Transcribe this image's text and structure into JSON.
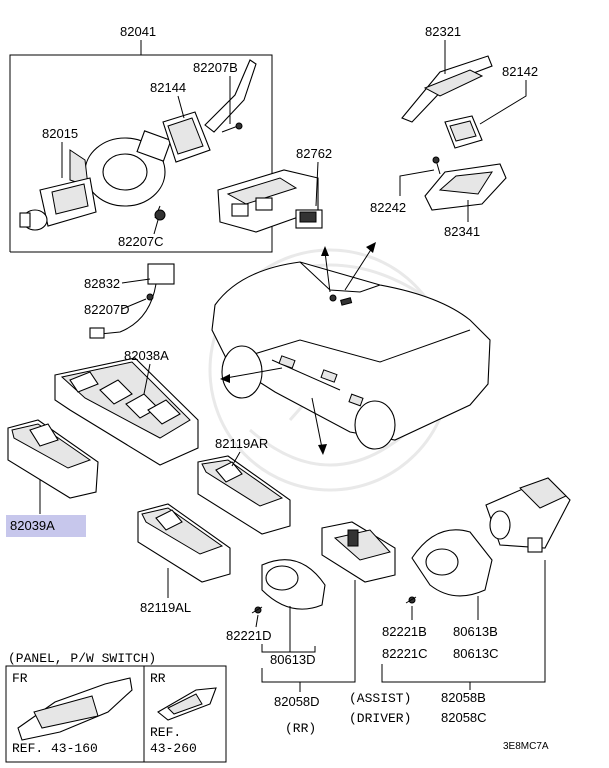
{
  "labels": {
    "p82041": "82041",
    "p82207B": "82207B",
    "p82144": "82144",
    "p82015": "82015",
    "p82207C": "82207C",
    "p82321": "82321",
    "p82142": "82142",
    "p82762": "82762",
    "p82242": "82242",
    "p82341": "82341",
    "p82832": "82832",
    "p82207D": "82207D",
    "p82038A": "82038A",
    "p82039A": "82039A",
    "p82119AR": "82119AR",
    "p82119AL": "82119AL",
    "p82221D": "82221D",
    "p80613D": "80613D",
    "p82058D": "82058D",
    "rr": "(RR)",
    "p82221B": "82221B",
    "p80613B": "80613B",
    "p82221C": "82221C",
    "p80613C": "80613C",
    "assist": "(ASSIST)",
    "p82058B": "82058B",
    "driver": "(DRIVER)",
    "p82058C": "82058C",
    "diagram_code": "3E8MC7A"
  },
  "inset": {
    "title": "(PANEL, P/W SWITCH)",
    "left_header": "FR",
    "right_header": "RR",
    "left_ref": "REF. 43-160",
    "right_ref_1": "REF.",
    "right_ref_2": "43-260"
  },
  "highlight": {
    "part": "82039A",
    "color": "#c7c7ec"
  }
}
